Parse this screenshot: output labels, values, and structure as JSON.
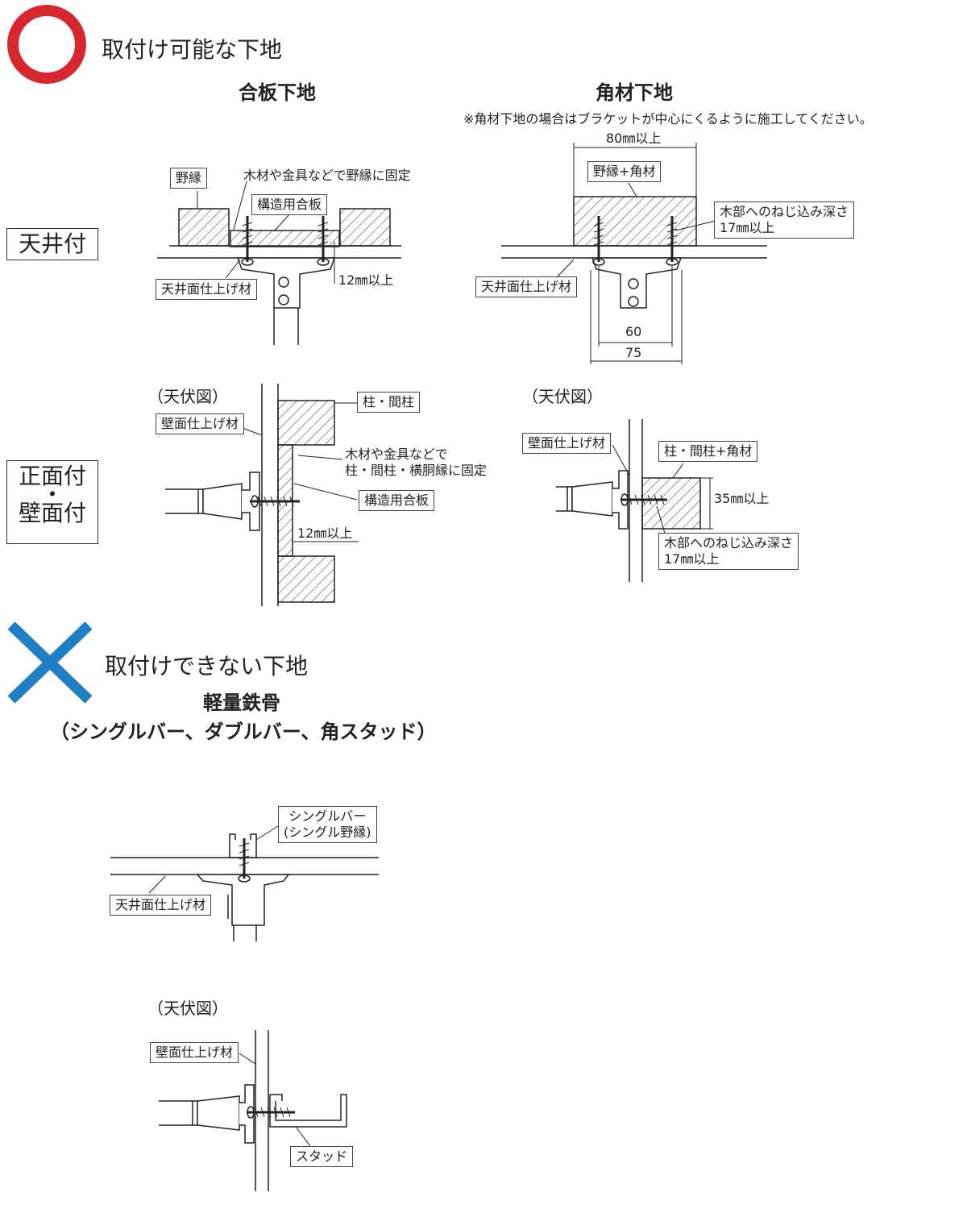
{
  "ok_section": {
    "icon": "red-circle-icon",
    "color": "#d7282f",
    "title": "取付け可能な下地",
    "plywood_title": "合板下地",
    "lumber_title": "角材下地",
    "lumber_note": "※角材下地の場合はブラケットが中心にくるように施工してください。"
  },
  "row_labels": {
    "ceiling": "天井付",
    "wall_line1": "正面付",
    "wall_dot": "・",
    "wall_line2": "壁面付"
  },
  "ceiling_plywood": {
    "nobuchi": "野縁",
    "fix_note": "木材や金具などで野縁に固定",
    "plywood": "構造用合板",
    "depth": "12㎜以上",
    "finish": "天井面仕上げ材"
  },
  "ceiling_lumber": {
    "width": "80㎜以上",
    "nobuchi_lumber": "野縁+角材",
    "screw_depth_line1": "木部へのねじ込み深さ",
    "screw_depth_line2": "17㎜以上",
    "finish": "天井面仕上げ材",
    "dim_60": "60",
    "dim_75": "75"
  },
  "wall_plywood": {
    "view": "（天伏図）",
    "finish": "壁面仕上げ材",
    "pillar": "柱・間柱",
    "fix_note_line1": "木材や金具などで",
    "fix_note_line2": "柱・間柱・横胴縁に固定",
    "plywood": "構造用合板",
    "depth": "12㎜以上"
  },
  "wall_lumber": {
    "view": "（天伏図）",
    "finish": "壁面仕上げ材",
    "pillar_lumber": "柱・間柱+角材",
    "depth": "35㎜以上",
    "screw_depth_line1": "木部へのねじ込み深さ",
    "screw_depth_line2": "17㎜以上"
  },
  "ng_section": {
    "icon": "blue-cross-icon",
    "color": "#1f7fc4",
    "title": "取付けできない下地",
    "subtitle_line1": "軽量鉄骨",
    "subtitle_line2": "（シングルバー、ダブルバー、角スタッド）"
  },
  "ng_ceiling": {
    "single_bar_line1": "シングルバー",
    "single_bar_line2": "(シングル野縁)",
    "finish": "天井面仕上げ材"
  },
  "ng_wall": {
    "view": "（天伏図）",
    "finish": "壁面仕上げ材",
    "stud": "スタッド"
  }
}
